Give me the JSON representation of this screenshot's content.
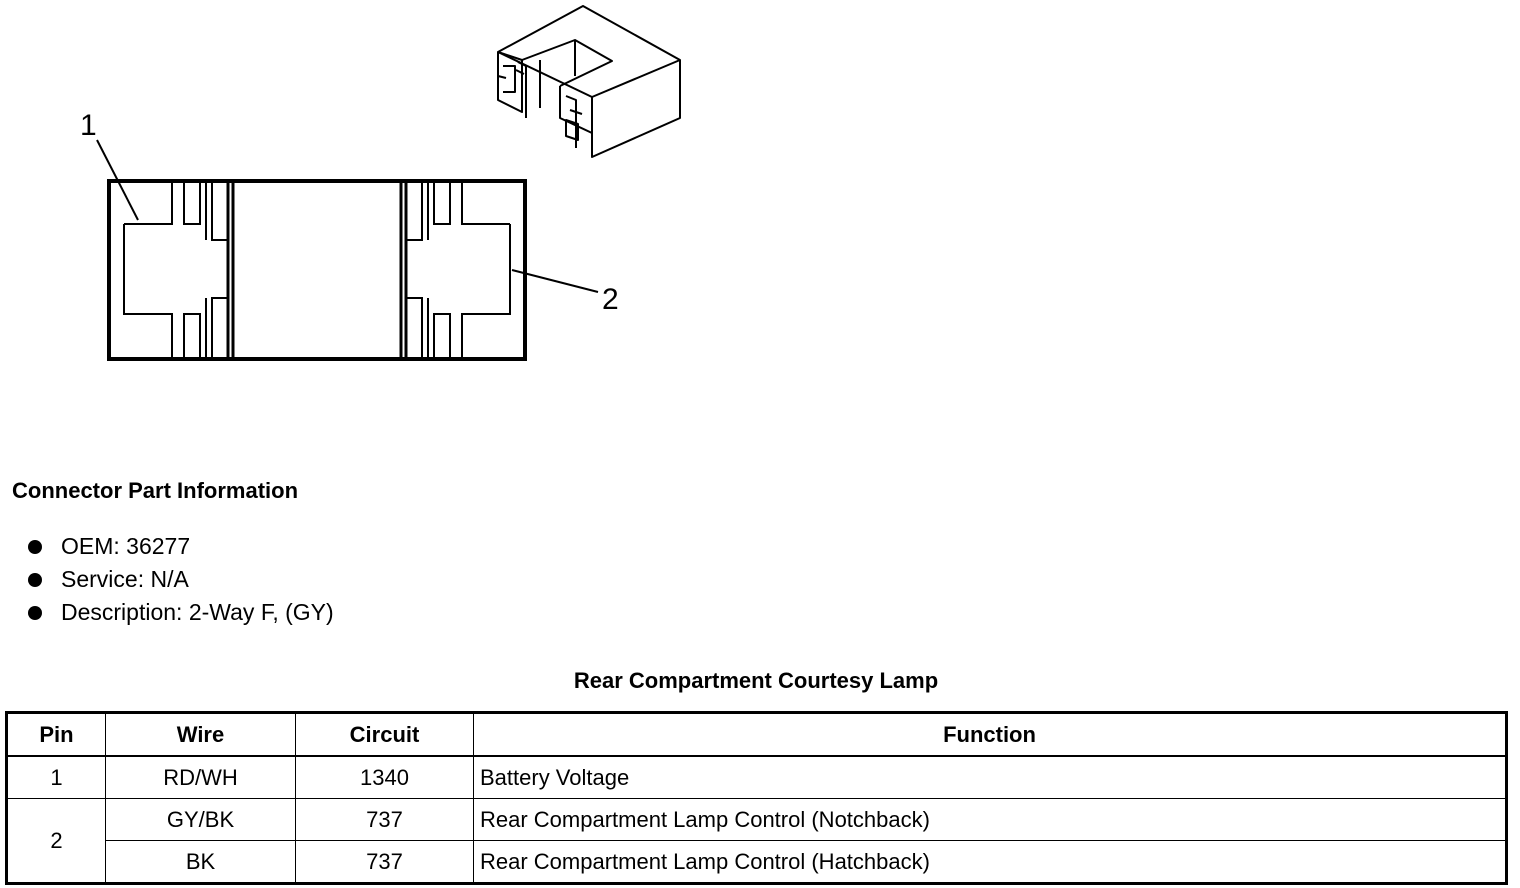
{
  "diagram": {
    "callouts": [
      "1",
      "2"
    ]
  },
  "connector_info": {
    "heading": "Connector Part Information",
    "items": [
      "OEM: 36277",
      "Service: N/A",
      "Description: 2-Way F, (GY)"
    ]
  },
  "pin_table": {
    "title": "Rear Compartment Courtesy Lamp",
    "headers": [
      "Pin",
      "Wire",
      "Circuit",
      "Function"
    ],
    "rows": [
      {
        "pin": "1",
        "wire": "RD/WH",
        "circuit": "1340",
        "function": "Battery Voltage"
      },
      {
        "pin": "2",
        "wire": "GY/BK",
        "circuit": "737",
        "function": "Rear Compartment Lamp Control (Notchback)"
      },
      {
        "pin": "",
        "wire": "BK",
        "circuit": "737",
        "function": "Rear Compartment Lamp Control (Hatchback)"
      }
    ]
  }
}
